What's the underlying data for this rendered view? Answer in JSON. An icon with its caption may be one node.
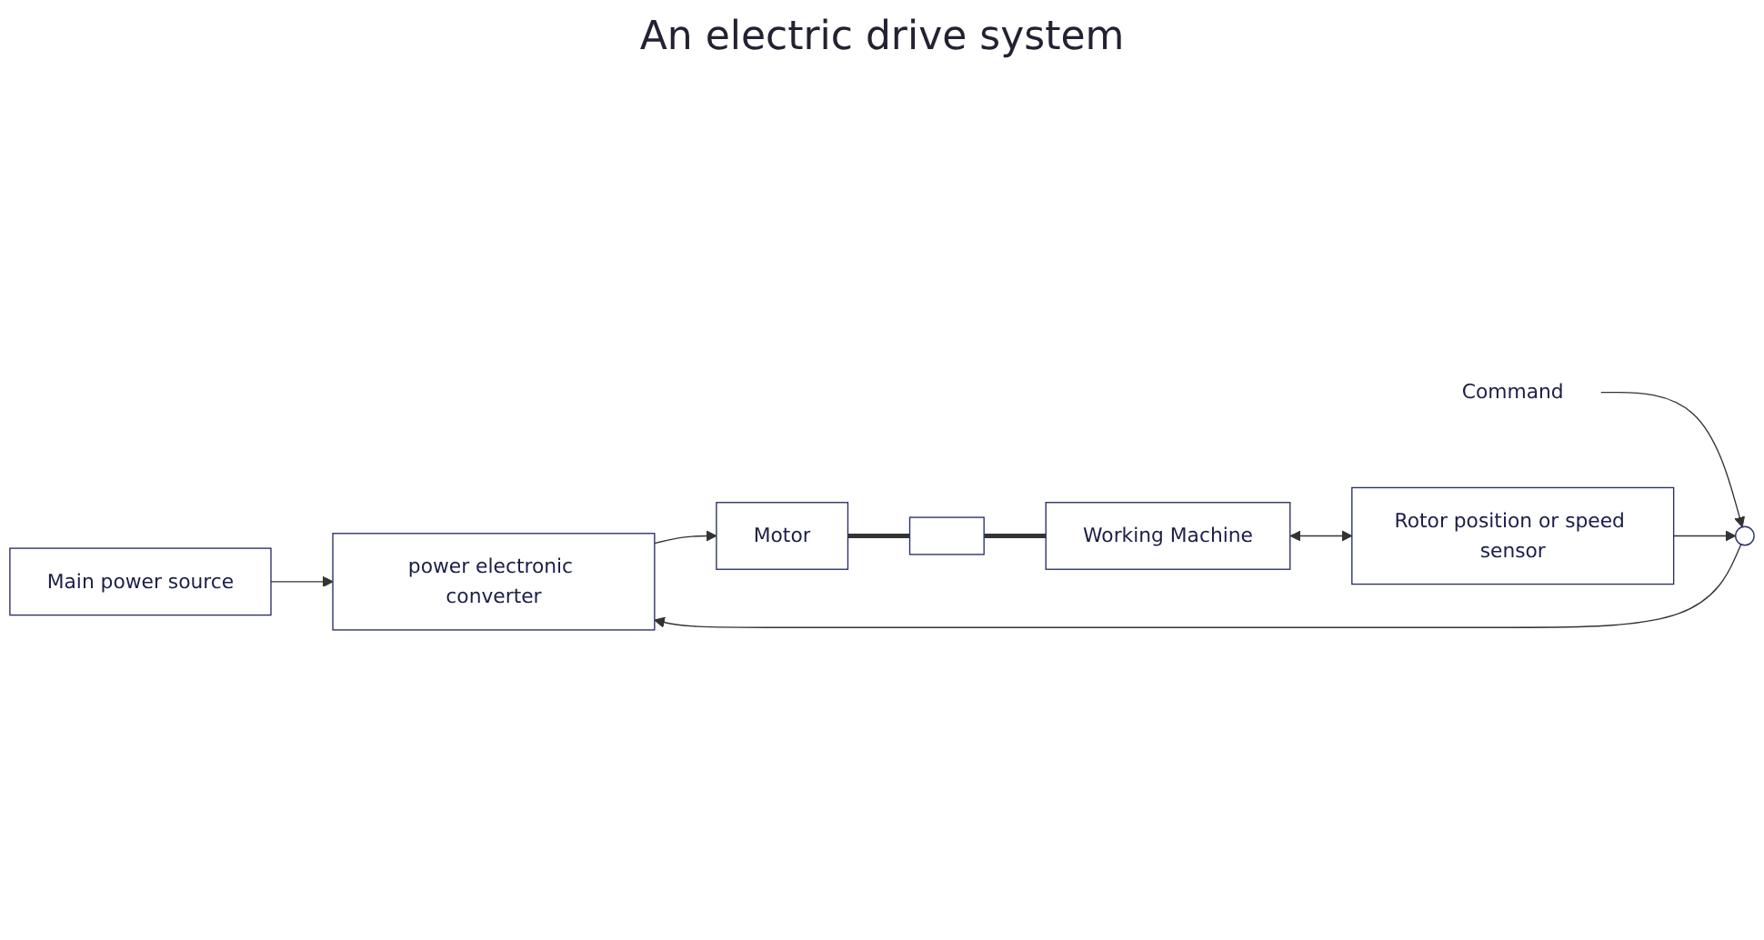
{
  "diagram": {
    "title": "An electric drive system",
    "nodes": [
      {
        "text": [
          "Main power source"
        ]
      },
      {
        "text": [
          "Command"
        ]
      },
      {
        "text": [],
        "shape": "circle"
      },
      {
        "text": [
          "power electronic converter"
        ]
      },
      {
        "text": [
          "Motor"
        ]
      },
      {
        "text": [],
        "shape": "box"
      },
      {
        "text": [
          "Working Machine"
        ]
      },
      {
        "text": [
          "Rotor position or speed sensor"
        ]
      }
    ],
    "edges": [
      {
        "from": 0,
        "to": 3,
        "arrow": "to"
      },
      {
        "from": 1,
        "to": 2,
        "arrow": "to"
      },
      {
        "from": 2,
        "to": 3,
        "arrow": "to"
      },
      {
        "from": 3,
        "to": 4,
        "arrow": "to"
      },
      {
        "from": 4,
        "to": 5,
        "arrow": "none",
        "style": "thick"
      },
      {
        "from": 5,
        "to": 6,
        "arrow": "none",
        "style": "thick"
      },
      {
        "from": 6,
        "to": 7,
        "arrow": "both"
      },
      {
        "from": 7,
        "to": 2,
        "arrow": "to"
      }
    ]
  }
}
